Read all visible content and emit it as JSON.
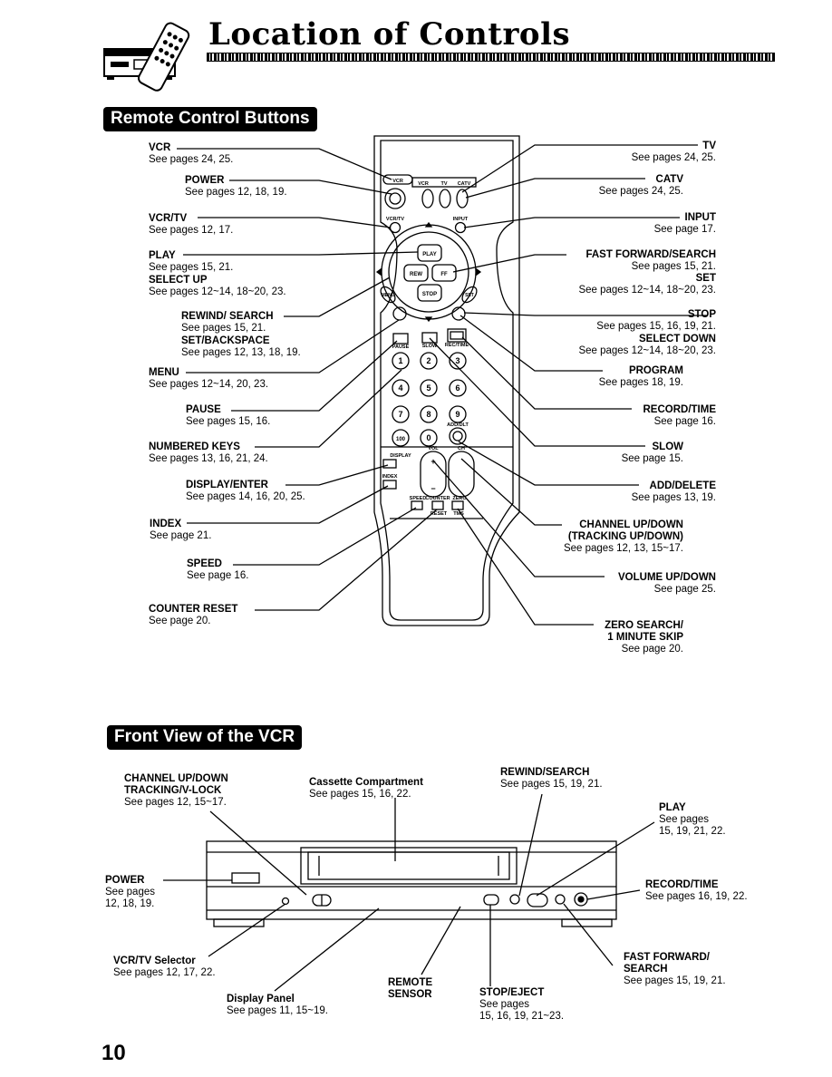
{
  "title": "Location of Controls",
  "sections": {
    "remote": "Remote Control Buttons",
    "front": "Front View of the VCR"
  },
  "remote_left": [
    {
      "name": "VCR",
      "ref": "See pages 24, 25."
    },
    {
      "name": "POWER",
      "ref": "See pages 12, 18, 19."
    },
    {
      "name": "VCR/TV",
      "ref": "See pages 12, 17."
    },
    {
      "name": "PLAY",
      "ref": "See pages 15, 21."
    },
    {
      "name": "SELECT UP",
      "ref": "See pages 12~14, 18~20, 23."
    },
    {
      "name": "REWIND/ SEARCH",
      "ref": "See pages 15, 21."
    },
    {
      "name": "SET/BACKSPACE",
      "ref": "See pages 12, 13, 18, 19."
    },
    {
      "name": "MENU",
      "ref": "See pages 12~14, 20, 23."
    },
    {
      "name": "PAUSE",
      "ref": "See pages 15, 16."
    },
    {
      "name": "NUMBERED KEYS",
      "ref": "See pages 13, 16, 21, 24."
    },
    {
      "name": "DISPLAY/ENTER",
      "ref": "See pages 14, 16, 20, 25."
    },
    {
      "name": "INDEX",
      "ref": "See page 21."
    },
    {
      "name": "SPEED",
      "ref": "See page 16."
    },
    {
      "name": "COUNTER RESET",
      "ref": "See page 20."
    }
  ],
  "remote_right": [
    {
      "name": "TV",
      "ref": "See pages 24, 25."
    },
    {
      "name": "CATV",
      "ref": "See pages 24, 25."
    },
    {
      "name": "INPUT",
      "ref": "See page 17."
    },
    {
      "name": "FAST FORWARD/SEARCH",
      "ref": "See pages 15, 21."
    },
    {
      "name": "SET",
      "ref": "See pages 12~14, 18~20, 23."
    },
    {
      "name": "STOP",
      "ref": "See pages 15, 16, 19, 21."
    },
    {
      "name": "SELECT DOWN",
      "ref": "See pages 12~14, 18~20, 23."
    },
    {
      "name": "PROGRAM",
      "ref": "See pages 18, 19."
    },
    {
      "name": "RECORD/TIME",
      "ref": "See page 16."
    },
    {
      "name": "SLOW",
      "ref": "See page 15."
    },
    {
      "name": "ADD/DELETE",
      "ref": "See pages 13, 19."
    },
    {
      "name": "CHANNEL UP/DOWN",
      "name2": "(TRACKING UP/DOWN)",
      "ref": "See pages 12, 13, 15~17."
    },
    {
      "name": "VOLUME UP/DOWN",
      "ref": "See page 25."
    },
    {
      "name": "ZERO SEARCH/",
      "name2": "1 MINUTE SKIP",
      "ref": "See page 20."
    }
  ],
  "remote_keys": {
    "vcr": "VCR",
    "tv": "TV",
    "catv": "CATV",
    "vcrtv": "VCR/TV",
    "input": "INPUT",
    "play": "PLAY",
    "rew": "REW",
    "ff": "FF",
    "stop": "STOP",
    "menu": "MENU",
    "set": "SET",
    "pause": "PAUSE",
    "slow": "SLOW",
    "rectime": "REC/TIME",
    "digits": [
      "1",
      "2",
      "3",
      "4",
      "5",
      "6",
      "7",
      "8",
      "9"
    ],
    "hundred": "100",
    "zero": "0",
    "adddlt": "ADD/DLT",
    "display": "DISPLAY",
    "index": "INDEX",
    "vol": "VOL",
    "ch": "CH",
    "plus": "+",
    "minus": "−",
    "speed": "SPEED",
    "counter": "COUNTER",
    "reset": "RESET",
    "zero_label": "ZERO",
    "tms": "TMS"
  },
  "front": {
    "channel": {
      "name": "CHANNEL UP/DOWN",
      "name2": "TRACKING/V-LOCK",
      "ref": "See pages 12, 15~17."
    },
    "cassette": {
      "name": "Cassette Compartment",
      "ref": "See pages 15, 16, 22."
    },
    "rewind": {
      "name": "REWIND/SEARCH",
      "ref": "See pages 15, 19, 21."
    },
    "play": {
      "name": "PLAY",
      "ref": "See pages",
      "ref2": "15, 19, 21, 22."
    },
    "power": {
      "name": "POWER",
      "ref": "See pages",
      "ref2": "12, 18, 19."
    },
    "record": {
      "name": "RECORD/TIME",
      "ref": "See pages 16, 19, 22."
    },
    "vcrtv": {
      "name": "VCR/TV Selector",
      "ref": "See pages 12, 17, 22."
    },
    "ff": {
      "name": "FAST FORWARD/",
      "name2": "SEARCH",
      "ref": "See pages 15, 19, 21."
    },
    "display": {
      "name": "Display Panel",
      "ref": "See pages 11, 15~19."
    },
    "sensor": {
      "name": "REMOTE",
      "name2": "SENSOR"
    },
    "stop": {
      "name": "STOP/EJECT",
      "ref": "See pages",
      "ref2": "15, 16, 19, 21~23."
    }
  },
  "page_number": "10"
}
